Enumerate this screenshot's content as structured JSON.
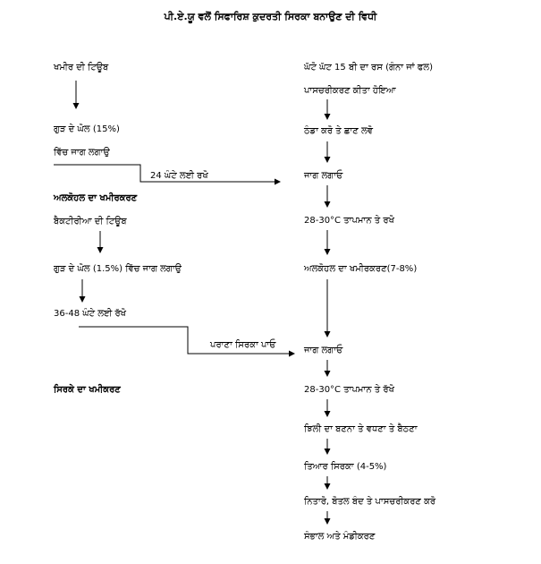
{
  "title": "ਪੀ.ਏ.ਯੂ ਵਲੋਂ ਸਿਫਾਰਿਸ਼ ਕੁਦਰਤੀ ਸਿਰਕਾ ਬਨਾਉਣ ਦੀ ਵਿਧੀ",
  "left": {
    "yeast_tube": "ਖਮੀਰ ਦੀ ਟਿਊਬ",
    "jaggery_solution": "ਗੁੜ ਦੇ ਘੋਲ (15%)",
    "inoculate": "ਵਿੱਚ ਜਾਗ ਲਗਾਉ",
    "keep_24h": "24 ਘੰਟੇ ਲਈ ਰਖੋ",
    "alcohol_fermentation_heading": "ਅਲਕੋਹਲ ਦਾ ਖਮੀਰਕਰਣ",
    "bacteria_tube": "ਬੈਕਟੀਰੀਆ ਦੀ ਟਿਊਬ",
    "jaggery_inoculate": "ਗੁੜ ਦੇ ਘੋਲ (1.5%) ਵਿੱਚ ਜਾਗ ਲਗਾਉ",
    "keep_36_48h": "36-48 ਘੰਟੇ ਲਈ ਰੱਖੋ",
    "add_old_vinegar": "ਪਰਾਣਾ ਸਿਰਕਾ ਪਾਓ",
    "vinegar_fermentation_heading": "ਸਿਰਕੇ ਦਾ ਖਮੀਕਰਣ"
  },
  "right": {
    "juice": "ਘੱਟੋ ਘੱਟ 15 ਬੀ ਦਾ ਰਸ (ਗੰਨਾ ਜਾਂ ਫਲ)",
    "pasteurized": "ਪਾਸਚਰੀਕਰਣ ਕੀਤਾ ਹੋਇਆ",
    "cool_filter": "ਠੰਡਾ ਕਰੋ ਤੇ ਛਾਣ ਲਵੋ",
    "inoculate_1": "ਜਾਗ ਲਗਾਓ",
    "temp_1": "28-30°C ਤਾਪਮਾਨ ਤੇ ਰਖੋ",
    "alcohol_ferment": "ਅਲਕੋਹਲ ਦਾ ਖਮੀਰਕਰਣ(7-8%)",
    "inoculate_2": "ਜਾਗ ਲਗਾਓ",
    "temp_2": "28-30°C ਤਾਪਮਾਨ ਤੇ ਰੱਖੋ",
    "film_form": "ਝਿਲੀ ਦਾ ਬਣਨਾ ਤੇ ਵਧਣਾ ਤੇ ਬੈਠਣਾ",
    "ready_vinegar": "ਤਿਆਰ ਸਿਰਕਾ (4-5%)",
    "bottle": "ਨਿਤਾਰੋ, ਬੋਤਲ ਬੰਦ ਤੇ ਪਾਸਚਰੀਕਰਣ ਕਰੋ",
    "storage": "ਸੰਭਾਲ ਅਤੇ ਮੰਡੀਕਰਣ"
  }
}
